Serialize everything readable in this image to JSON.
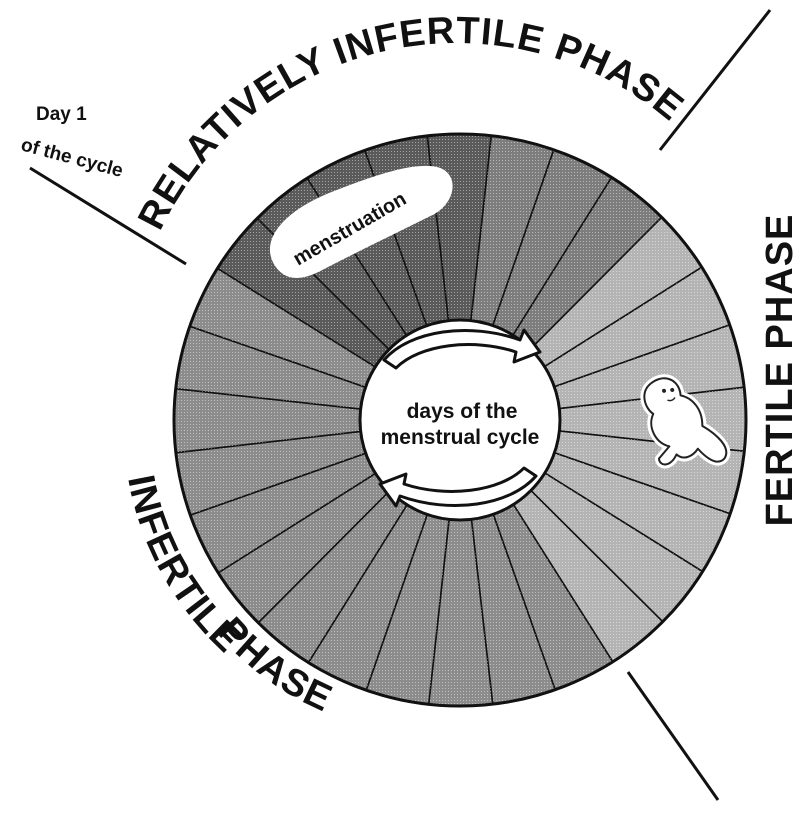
{
  "phases": {
    "relatively_infertile": "RELATIVELY INFERTILE PHASE",
    "fertile": "FERTILE PHASE",
    "infertile_word": "INFERTILE",
    "infertile_phase": "PHASE"
  },
  "day_one": {
    "line1": "Day 1",
    "line2": "of the cycle"
  },
  "menstruation_label": "menstruation",
  "center": {
    "line1": "days of the",
    "line2": "menstrual cycle"
  },
  "segments": {
    "count": 28,
    "menstruation_days": 5,
    "relatively_infertile_days": 8,
    "fertile_days": 8,
    "infertile_days": 12
  },
  "colors": {
    "ink": "#111111",
    "menstruation_shade": "#5a5a5a",
    "relatively_infertile_shade": "#7d7d7d",
    "fertile_shade": "#b4b4b4",
    "infertile_shade": "#8c8c8c"
  },
  "icons": {
    "baby": "baby-icon",
    "cycle_arrow_top": "cycle-arrow-right-icon",
    "cycle_arrow_bottom": "cycle-arrow-left-icon"
  }
}
